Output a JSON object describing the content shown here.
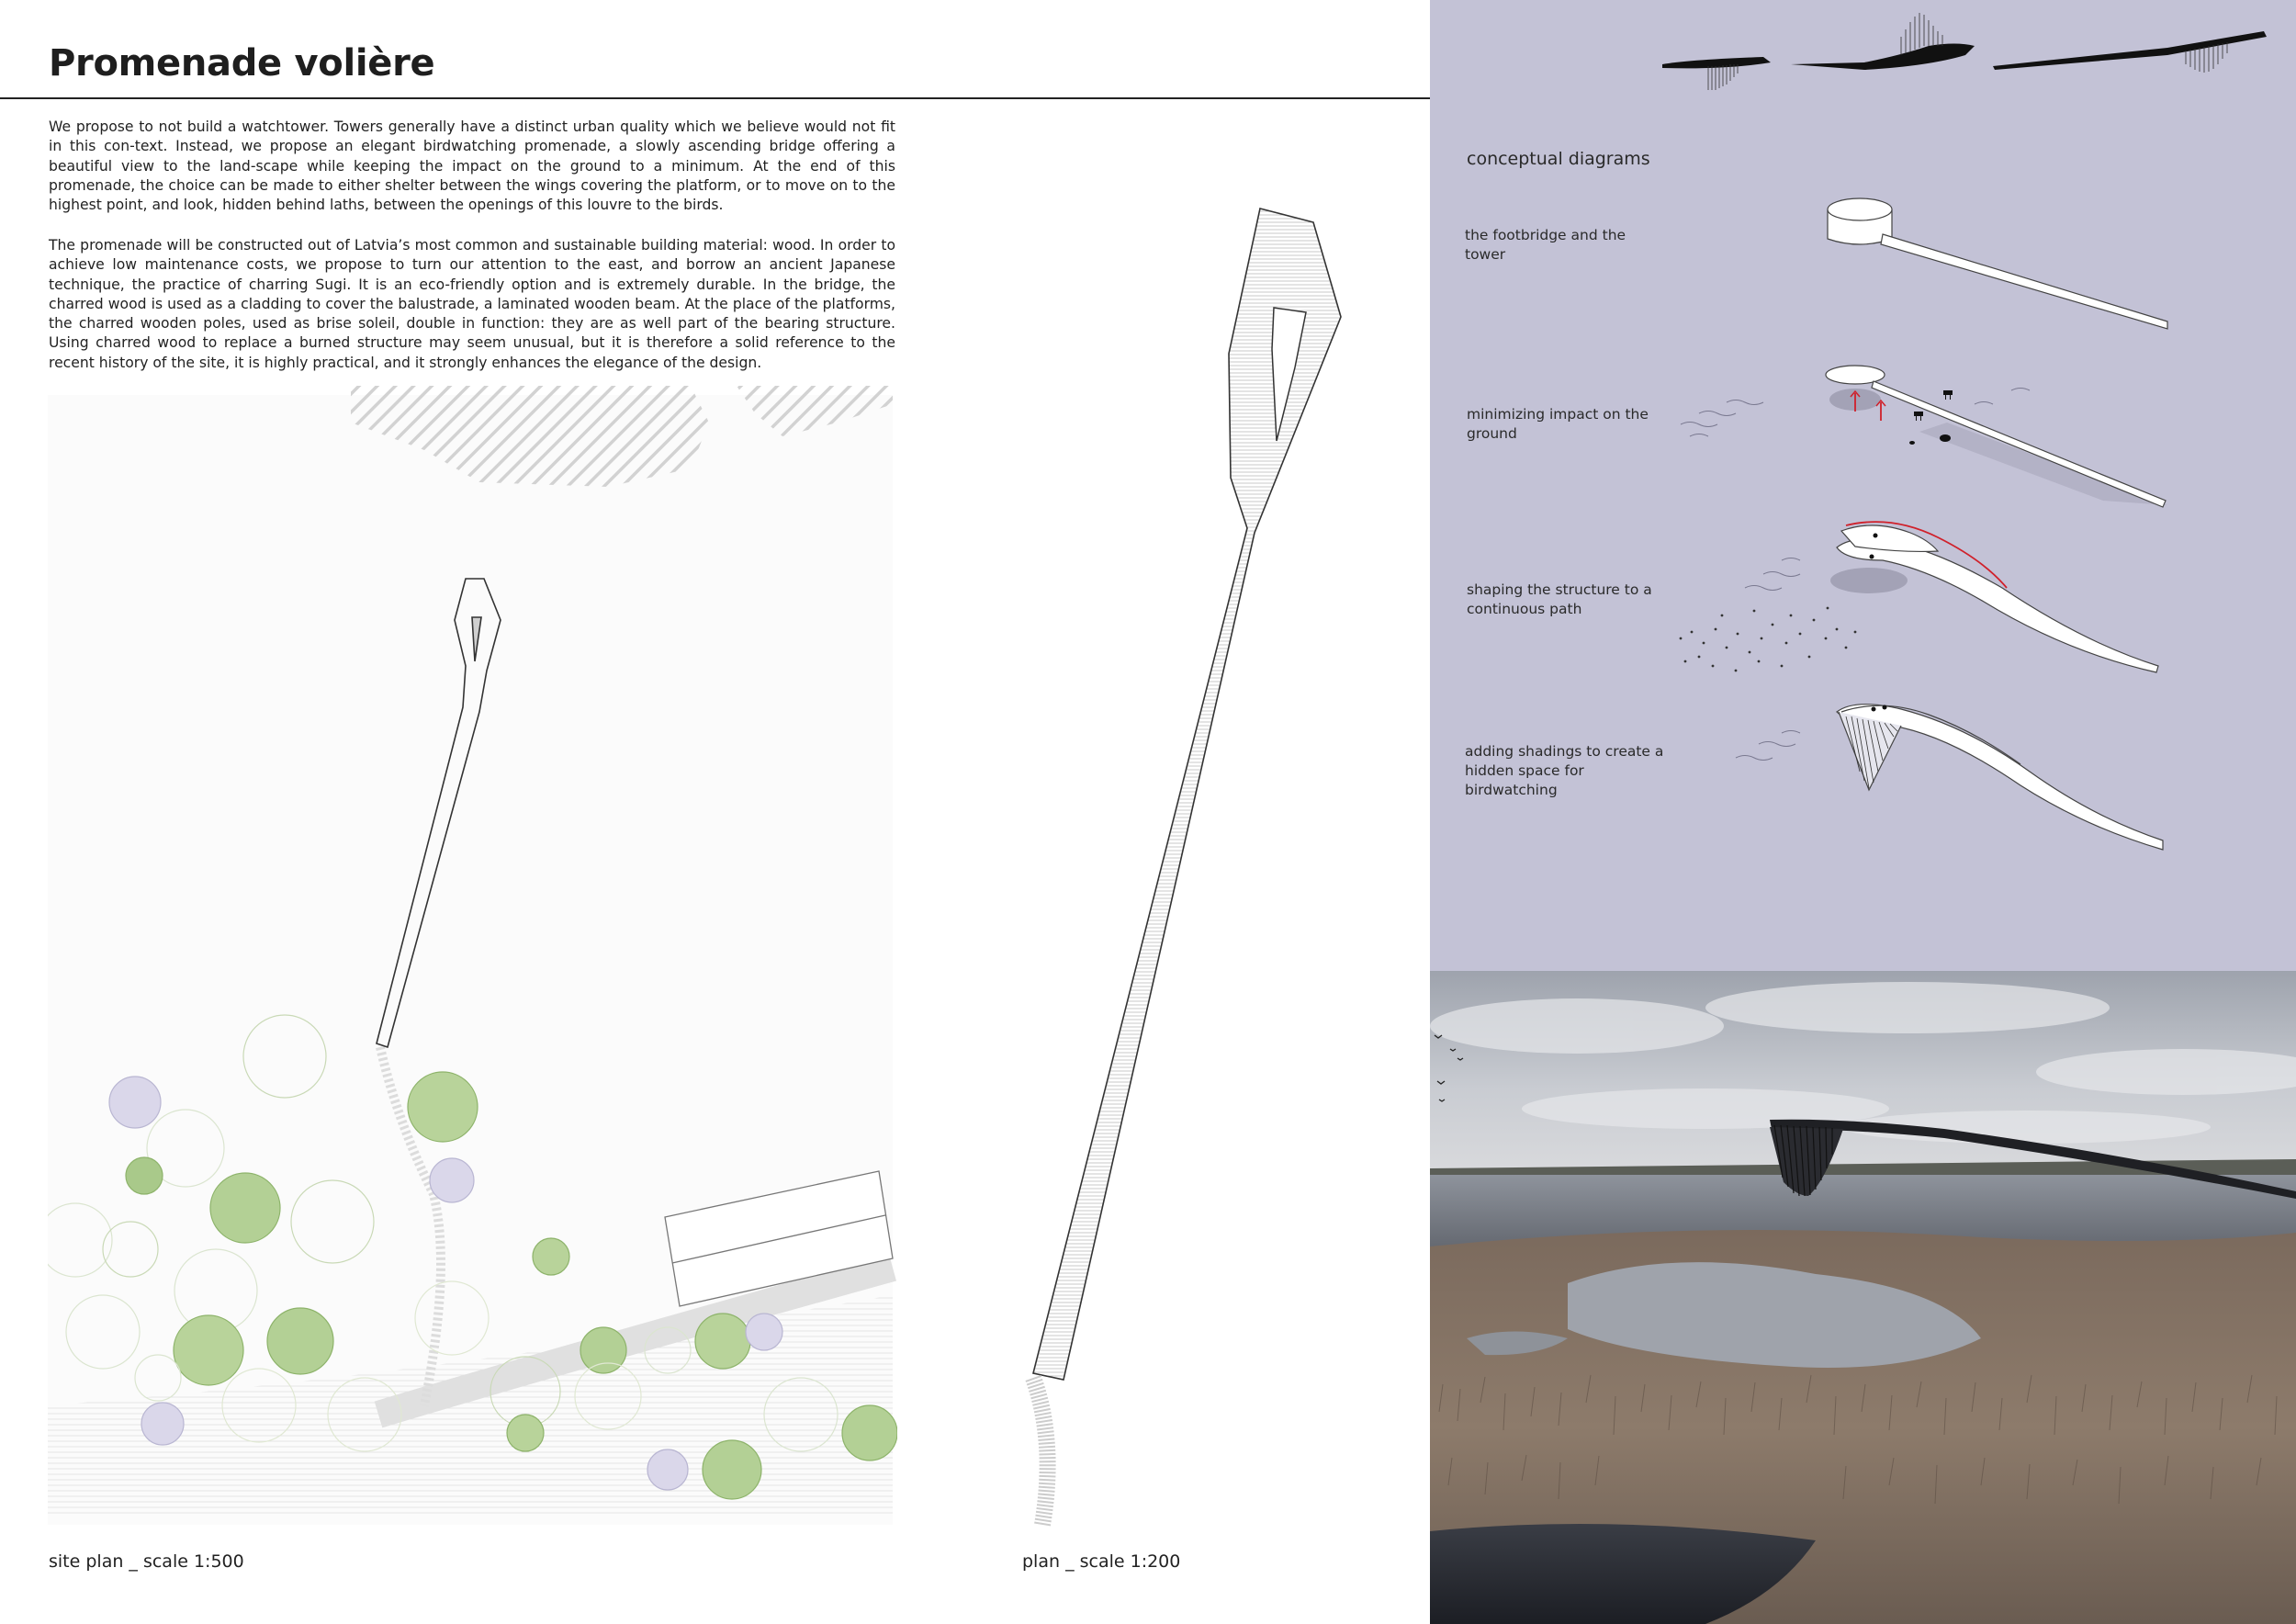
{
  "title": "Promenade volière",
  "paragraphs": [
    "We propose to not build a watchtower. Towers generally have a distinct urban quality which we believe would not fit in this con-text. Instead, we propose an elegant birdwatching promenade, a slowly ascending bridge offering a beautiful view to the land-scape while keeping the impact on the ground to a minimum. At the end of this promenade, the choice can be made to either shelter between the wings covering the platform, or to move on to the highest point, and look, hidden behind laths, between the openings of this louvre to the birds.",
    "The promenade will be constructed out of Latvia’s most common and sustainable building material: wood. In order to achieve low maintenance costs, we propose to turn our attention to the east, and borrow an ancient Japanese technique, the practice of charring Sugi. It is an eco-friendly option and is extremely durable. In the bridge, the charred wood is used as a cladding to cover the balustrade, a laminated wooden beam. At the place of the platforms, the charred wooden poles, used as brise soleil, double in function: they are as well part of the bearing structure. Using charred wood to replace a burned structure may seem unusual, but it is therefore a solid reference to the recent history of the site, it is highly practical, and it strongly enhances the elegance of the design."
  ],
  "captions": {
    "site_plan": "site plan _ scale 1:500",
    "plan": "plan _ scale 1:200"
  },
  "conceptual": {
    "heading": "conceptual diagrams",
    "steps": [
      "the footbridge and the tower",
      "minimizing impact on the ground",
      "shaping the structure to a continuous path",
      "adding shadings to create a hidden space for birdwatching"
    ]
  },
  "colors": {
    "panel": "#c3c2d6",
    "accent_red": "#d0202a",
    "tree_green": "#8db36a",
    "tree_lilac": "#b9b6d2"
  }
}
